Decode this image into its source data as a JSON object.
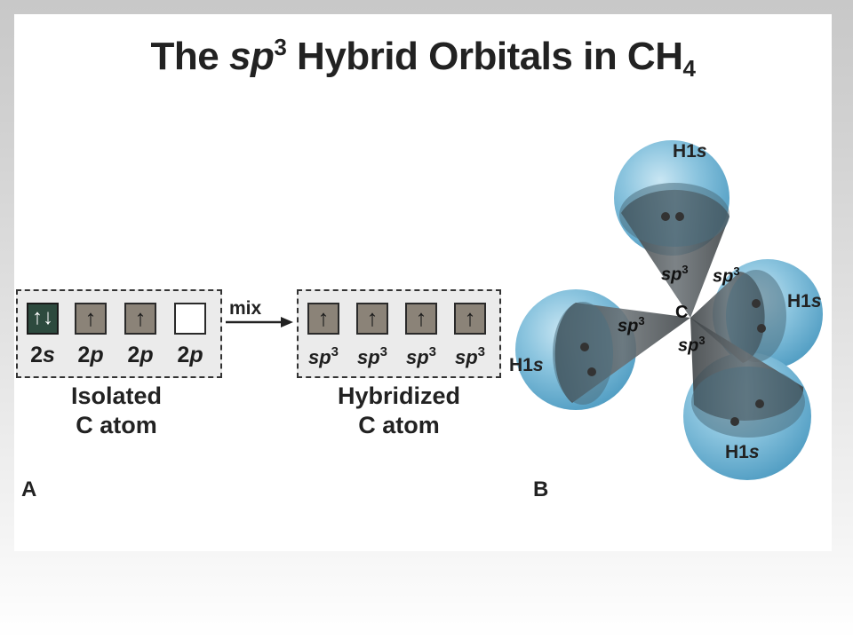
{
  "title": {
    "prefix": "The ",
    "sp": "sp",
    "sup": "3",
    "middle": " Hybrid Orbitals in CH",
    "sub": "4"
  },
  "panel_a": {
    "label": "A",
    "isolated_orbitals": [
      {
        "arrows": "↑↓",
        "label_main": "2",
        "label_it": "s",
        "fill": "filled"
      },
      {
        "arrows": "↑",
        "label_main": "2",
        "label_it": "p",
        "fill": "half"
      },
      {
        "arrows": "↑",
        "label_main": "2",
        "label_it": "p",
        "fill": "half"
      },
      {
        "arrows": "",
        "label_main": "2",
        "label_it": "p",
        "fill": "empty"
      }
    ],
    "mix_label": "mix",
    "hybrid_orbitals": [
      {
        "arrows": "↑",
        "label_it": "sp",
        "label_sup": "3"
      },
      {
        "arrows": "↑",
        "label_it": "sp",
        "label_sup": "3"
      },
      {
        "arrows": "↑",
        "label_it": "sp",
        "label_sup": "3"
      },
      {
        "arrows": "↑",
        "label_it": "sp",
        "label_sup": "3"
      }
    ],
    "isolated_caption_line1": "Isolated",
    "isolated_caption_line2": "C atom",
    "hybrid_caption_line1": "Hybridized",
    "hybrid_caption_line2": "C atom"
  },
  "panel_b": {
    "label": "B",
    "center_label": "C",
    "lobe_label_it": "sp",
    "lobe_label_sup": "3",
    "h_label_main": "H1",
    "h_label_it": "s"
  },
  "colors": {
    "sphere": "#6fb6d6",
    "lobe": "#4a4f52",
    "filled_box": "#2d4a3e",
    "half_box": "#8b8378"
  }
}
